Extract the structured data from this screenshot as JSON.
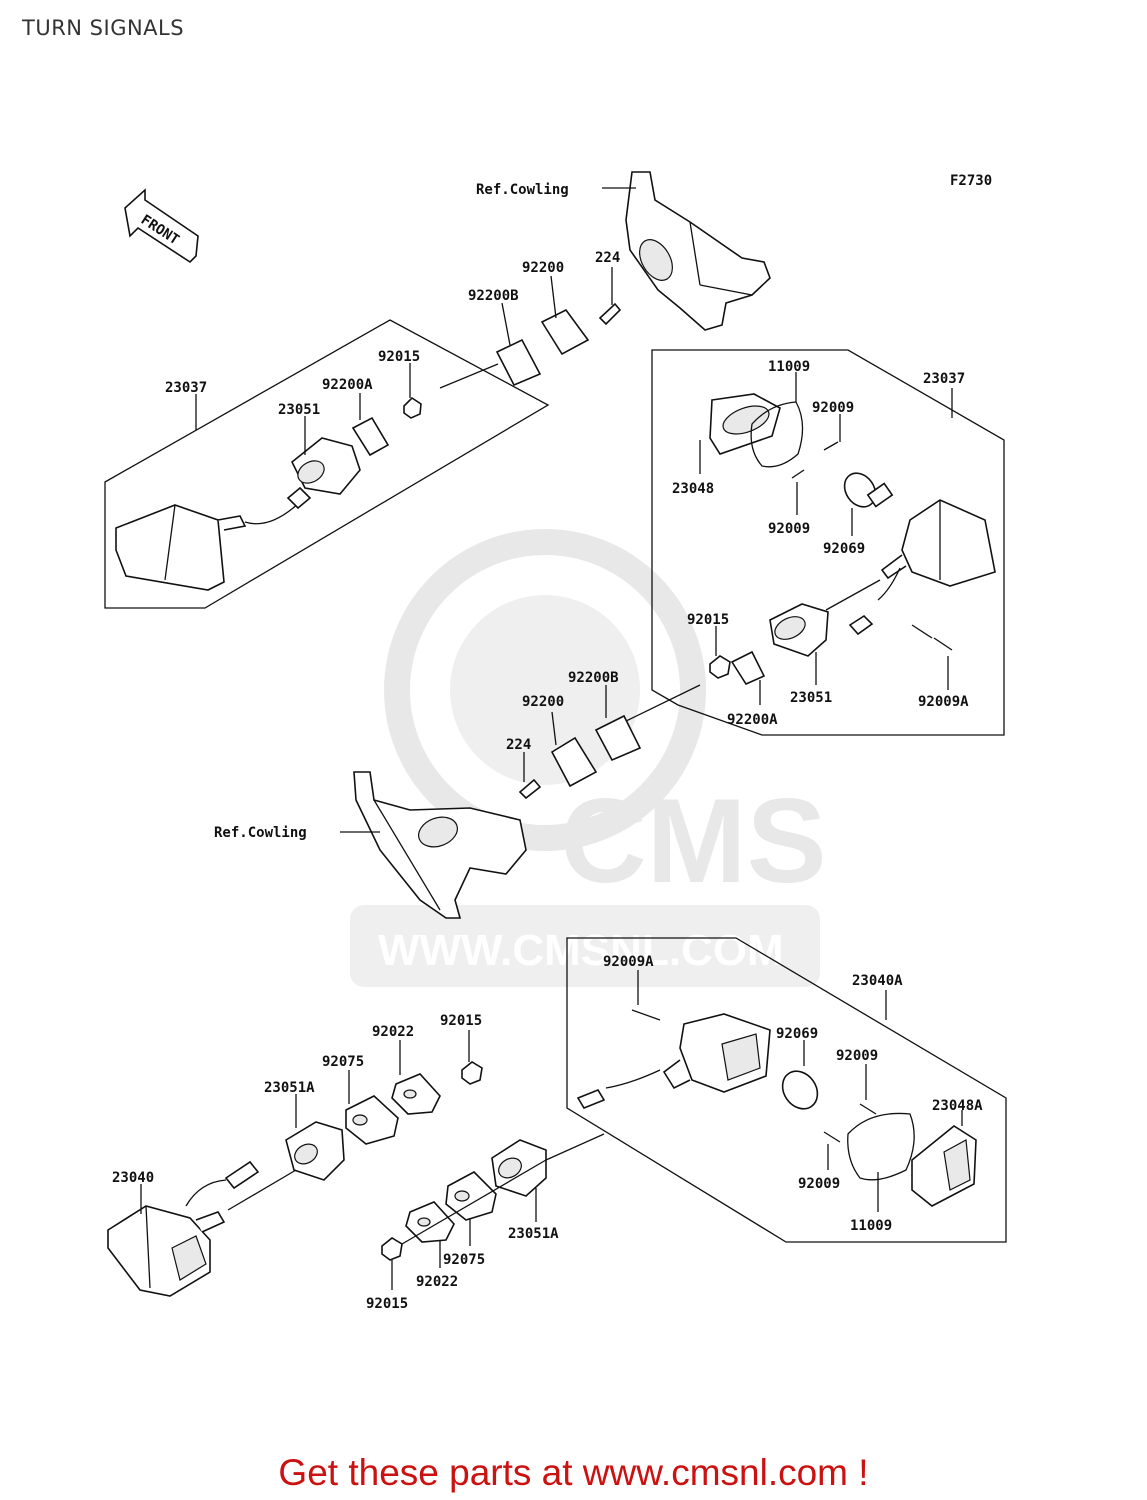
{
  "title": "TURN SIGNALS",
  "figure_code": "F2730",
  "front_marker": "FRONT",
  "footer_text": "Get these parts at www.cmsnl.com !",
  "watermark": {
    "brand": "CMS",
    "url": "WWW.CMSNL.COM"
  },
  "labels": {
    "ref_cowling_top": "Ref.Cowling",
    "ref_cowling_mid": "Ref.Cowling",
    "p224_top": "224",
    "p92200_top": "92200",
    "p92200b_top": "92200B",
    "p92015_top": "92015",
    "p23037_left": "23037",
    "p92200a_left": "92200A",
    "p23051_left": "23051",
    "p11009_right": "11009",
    "p23037_right": "23037",
    "p92009_r1": "92009",
    "p23048": "23048",
    "p92009_r2": "92009",
    "p92069_r": "92069",
    "p92015_mid": "92015",
    "p92200b_mid": "92200B",
    "p92200_mid": "92200",
    "p224_mid": "224",
    "p23051_right": "23051",
    "p92009a_right": "92009A",
    "p92200a_right": "92200A",
    "p92009a_low": "92009A",
    "p23040a": "23040A",
    "p92069_low": "92069",
    "p92009_low1": "92009",
    "p23048a": "23048A",
    "p92009_low2": "92009",
    "p11009_low": "11009",
    "p92022_top": "92022",
    "p92015_low1": "92015",
    "p92075_top": "92075",
    "p23051a_left": "23051A",
    "p23040": "23040",
    "p23051a_mid": "23051A",
    "p92075_bot": "92075",
    "p92022_bot": "92022",
    "p92015_bot": "92015"
  }
}
